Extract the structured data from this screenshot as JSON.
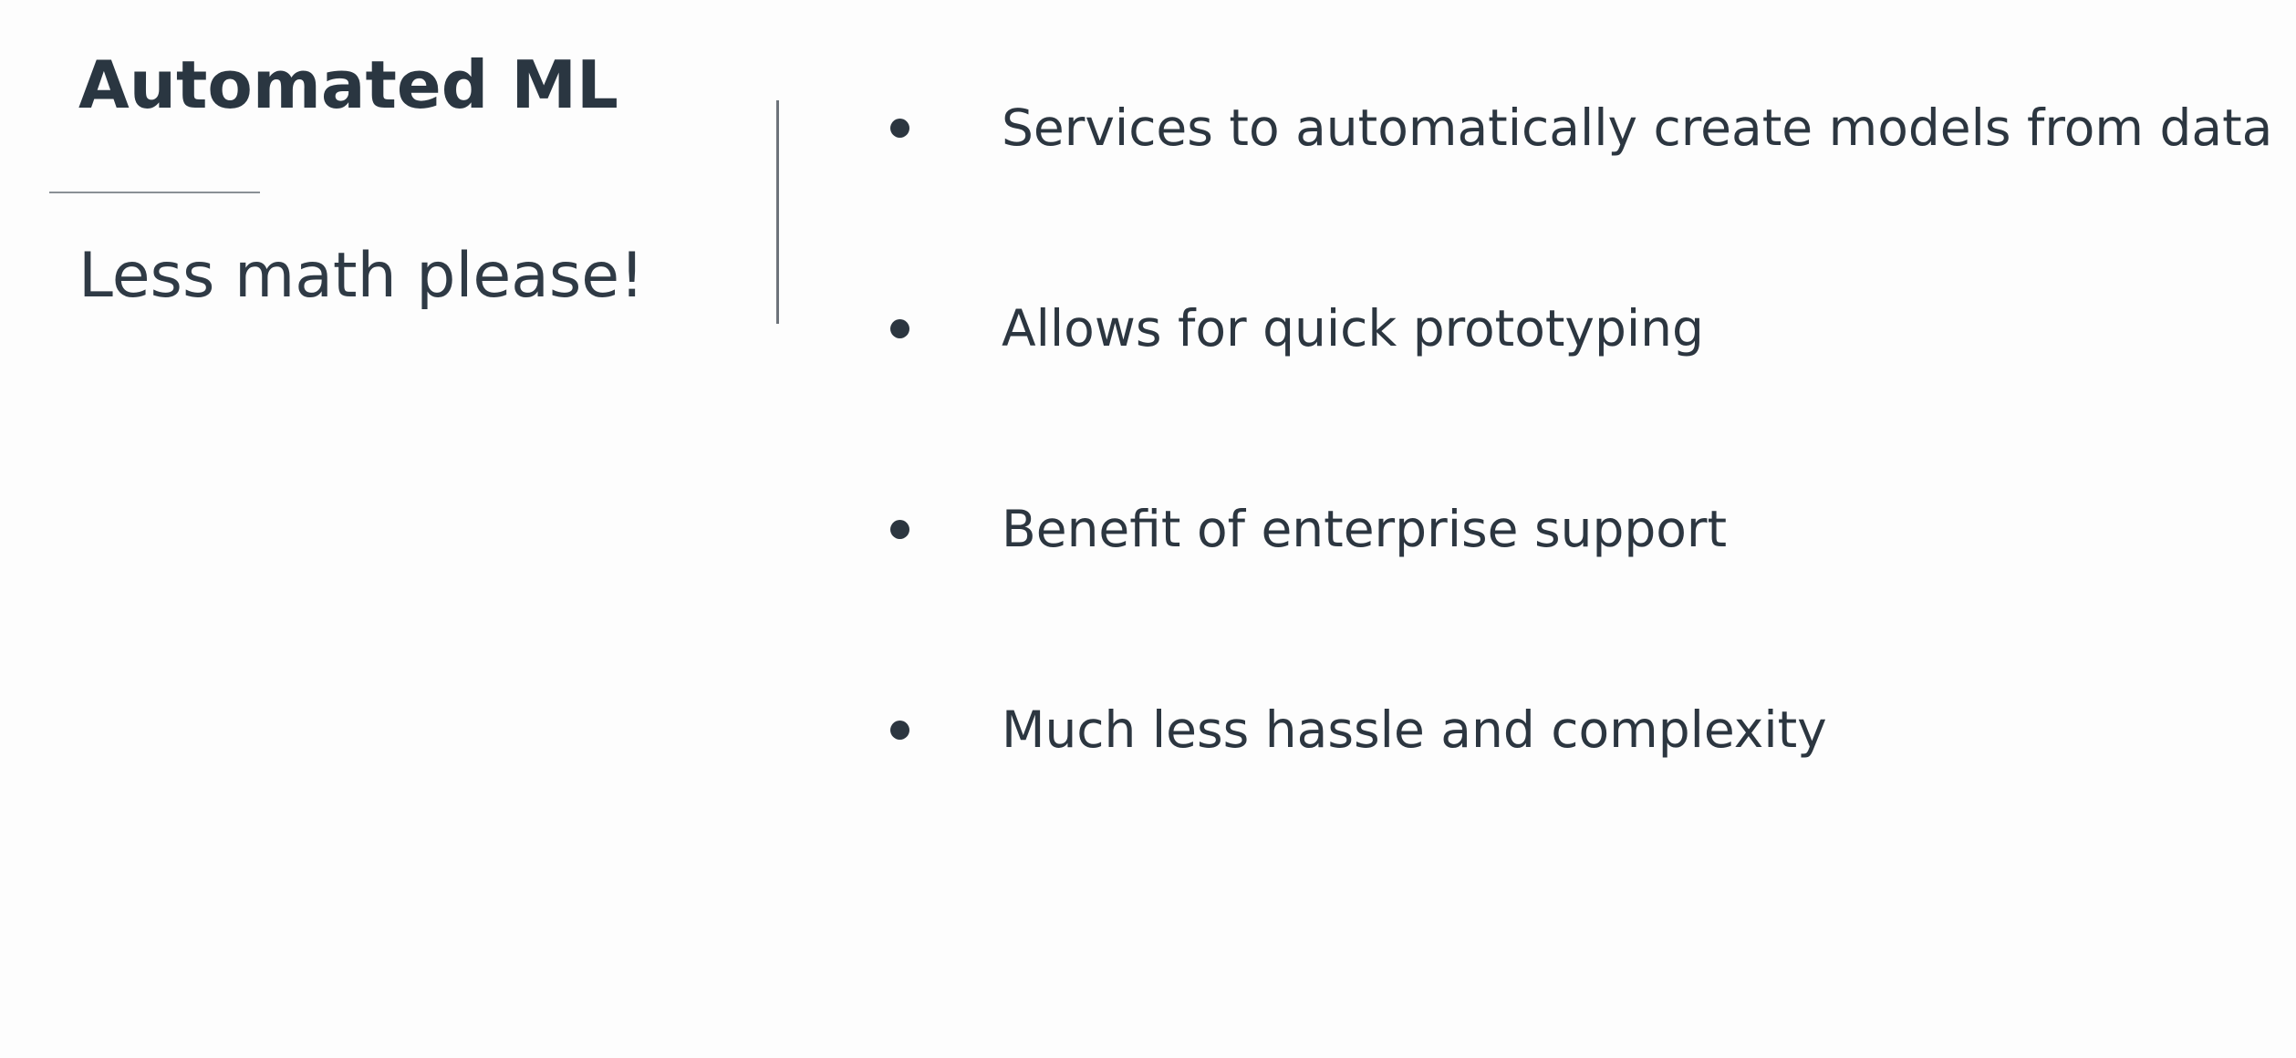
{
  "slide": {
    "title": "Automated ML",
    "subtitle": "Less math please!",
    "bullets": [
      {
        "text": "Services to automatically create models from data"
      },
      {
        "text": "Allows for quick prototyping"
      },
      {
        "text": "Benefit of enterprise support"
      },
      {
        "text": "Much less hassle and complexity"
      }
    ]
  },
  "colors": {
    "background": "#fdfdfd",
    "text": "#2b3540",
    "divider": "#6d737a"
  },
  "icons": {
    "bullet": "bullet-dot-icon"
  }
}
